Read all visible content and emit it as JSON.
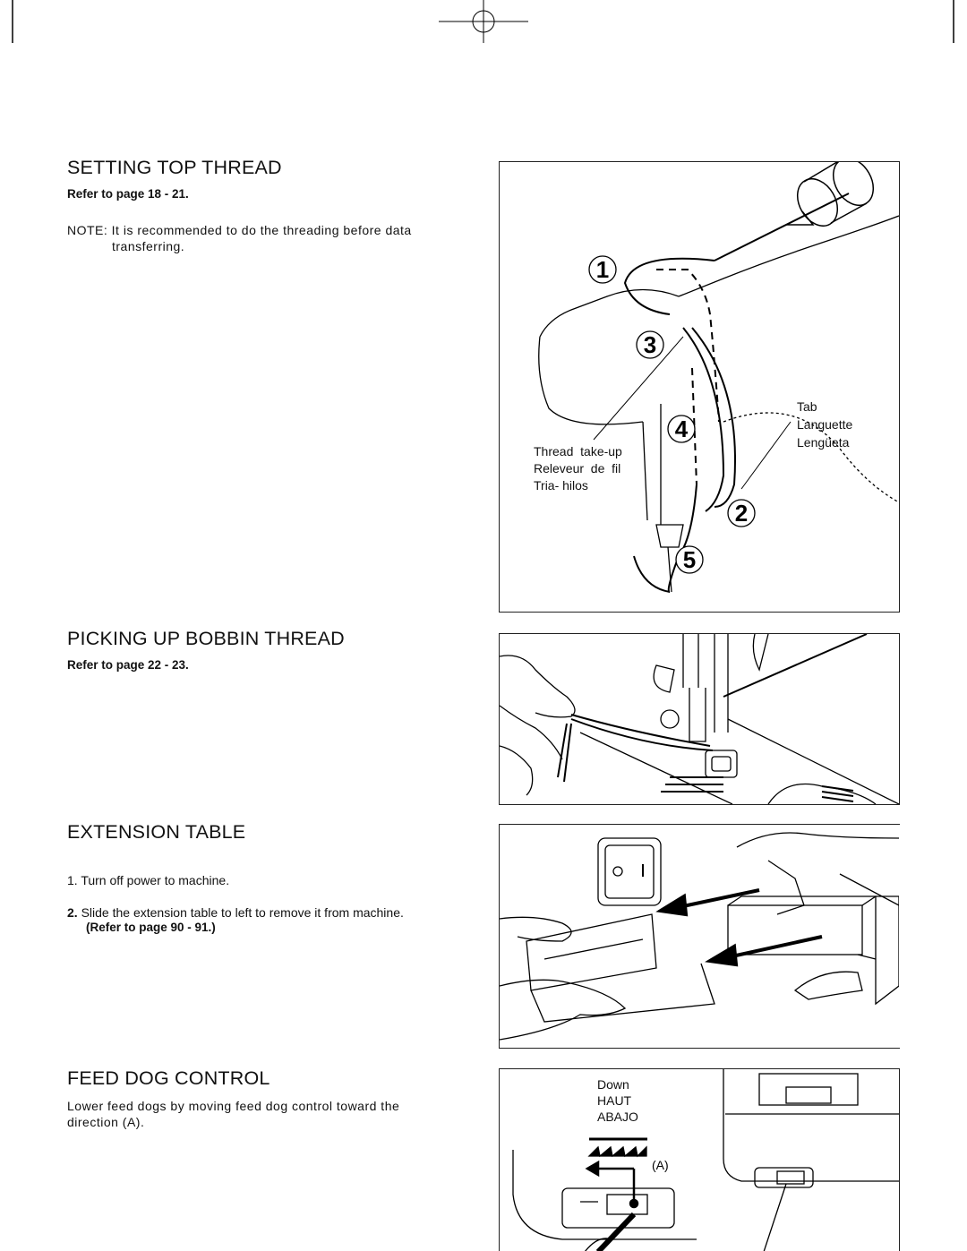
{
  "setting_top_thread": {
    "heading": "SETTING TOP THREAD",
    "refer": "Refer to page 18 - 21.",
    "note_prefix": "NOTE:",
    "note_line1": "It is recommended to do the threading before data",
    "note_line2": "transferring.",
    "figure": {
      "steps": [
        "1",
        "2",
        "3",
        "4",
        "5"
      ],
      "tab_labels": [
        "Tab",
        "Languette",
        "Lengüeta"
      ],
      "takeup_labels": [
        "Thread  take-up",
        "Releveur  de  fil",
        "Tria- hilos"
      ]
    }
  },
  "picking_up_bobbin": {
    "heading": "PICKING UP BOBBIN THREAD",
    "refer": "Refer to page 22 - 23."
  },
  "extension_table": {
    "heading": "EXTENSION TABLE",
    "step1_num": "1.",
    "step1": "Turn off power to machine.",
    "step2_num": "2.",
    "step2": "Slide the extension table to left to remove it from machine.",
    "refer": "(Refer to page 90 - 91.)"
  },
  "feed_dog_control": {
    "heading": "FEED DOG CONTROL",
    "text_line1": "Lower feed dogs by moving feed dog control toward the",
    "text_line2": "direction (A).",
    "figure": {
      "labels": [
        "Down",
        "HAUT",
        "ABAJO"
      ],
      "direction": "(A)"
    }
  }
}
